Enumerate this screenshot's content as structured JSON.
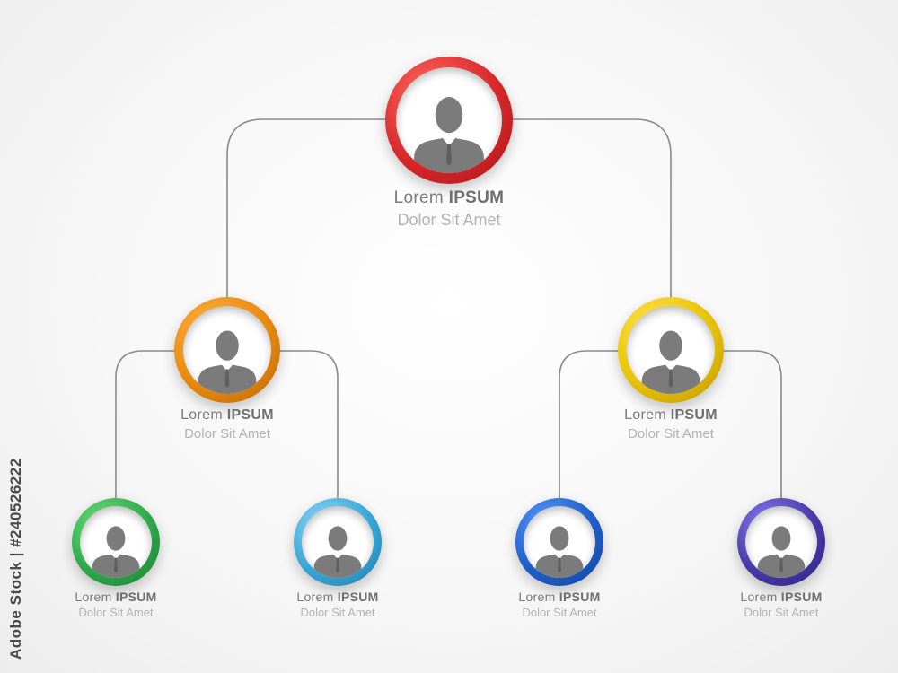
{
  "colors": {
    "connector": "#8a8a8a",
    "person": "#7b7b7b",
    "red": "#d8282b",
    "orange": "#e88a10",
    "yellow": "#e8c20a",
    "green": "#2eaa4a",
    "light_blue": "#3aa6d6",
    "blue": "#1f5fc9",
    "purple": "#4a3aa8"
  },
  "nodes": {
    "top": {
      "name_light": "Lorem",
      "name_bold": "IPSUM",
      "subtitle": "Dolor Sit Amet",
      "color": "red",
      "icon": "person-icon"
    },
    "mid_left": {
      "name_light": "Lorem",
      "name_bold": "IPSUM",
      "subtitle": "Dolor Sit Amet",
      "color": "orange",
      "icon": "person-icon"
    },
    "mid_right": {
      "name_light": "Lorem",
      "name_bold": "IPSUM",
      "subtitle": "Dolor Sit Amet",
      "color": "yellow",
      "icon": "person-icon"
    },
    "bottom_1": {
      "name_light": "Lorem",
      "name_bold": "IPSUM",
      "subtitle": "Dolor Sit Amet",
      "color": "green",
      "icon": "person-icon"
    },
    "bottom_2": {
      "name_light": "Lorem",
      "name_bold": "IPSUM",
      "subtitle": "Dolor Sit Amet",
      "color": "light_blue",
      "icon": "person-icon"
    },
    "bottom_3": {
      "name_light": "Lorem",
      "name_bold": "IPSUM",
      "subtitle": "Dolor Sit Amet",
      "color": "blue",
      "icon": "person-icon"
    },
    "bottom_4": {
      "name_light": "Lorem",
      "name_bold": "IPSUM",
      "subtitle": "Dolor Sit Amet",
      "color": "purple",
      "icon": "person-icon"
    }
  },
  "edges": [
    [
      "top",
      "mid_left"
    ],
    [
      "top",
      "mid_right"
    ],
    [
      "mid_left",
      "bottom_1"
    ],
    [
      "mid_left",
      "bottom_2"
    ],
    [
      "mid_right",
      "bottom_3"
    ],
    [
      "mid_right",
      "bottom_4"
    ]
  ],
  "watermark": "Adobe Stock | #240526222"
}
